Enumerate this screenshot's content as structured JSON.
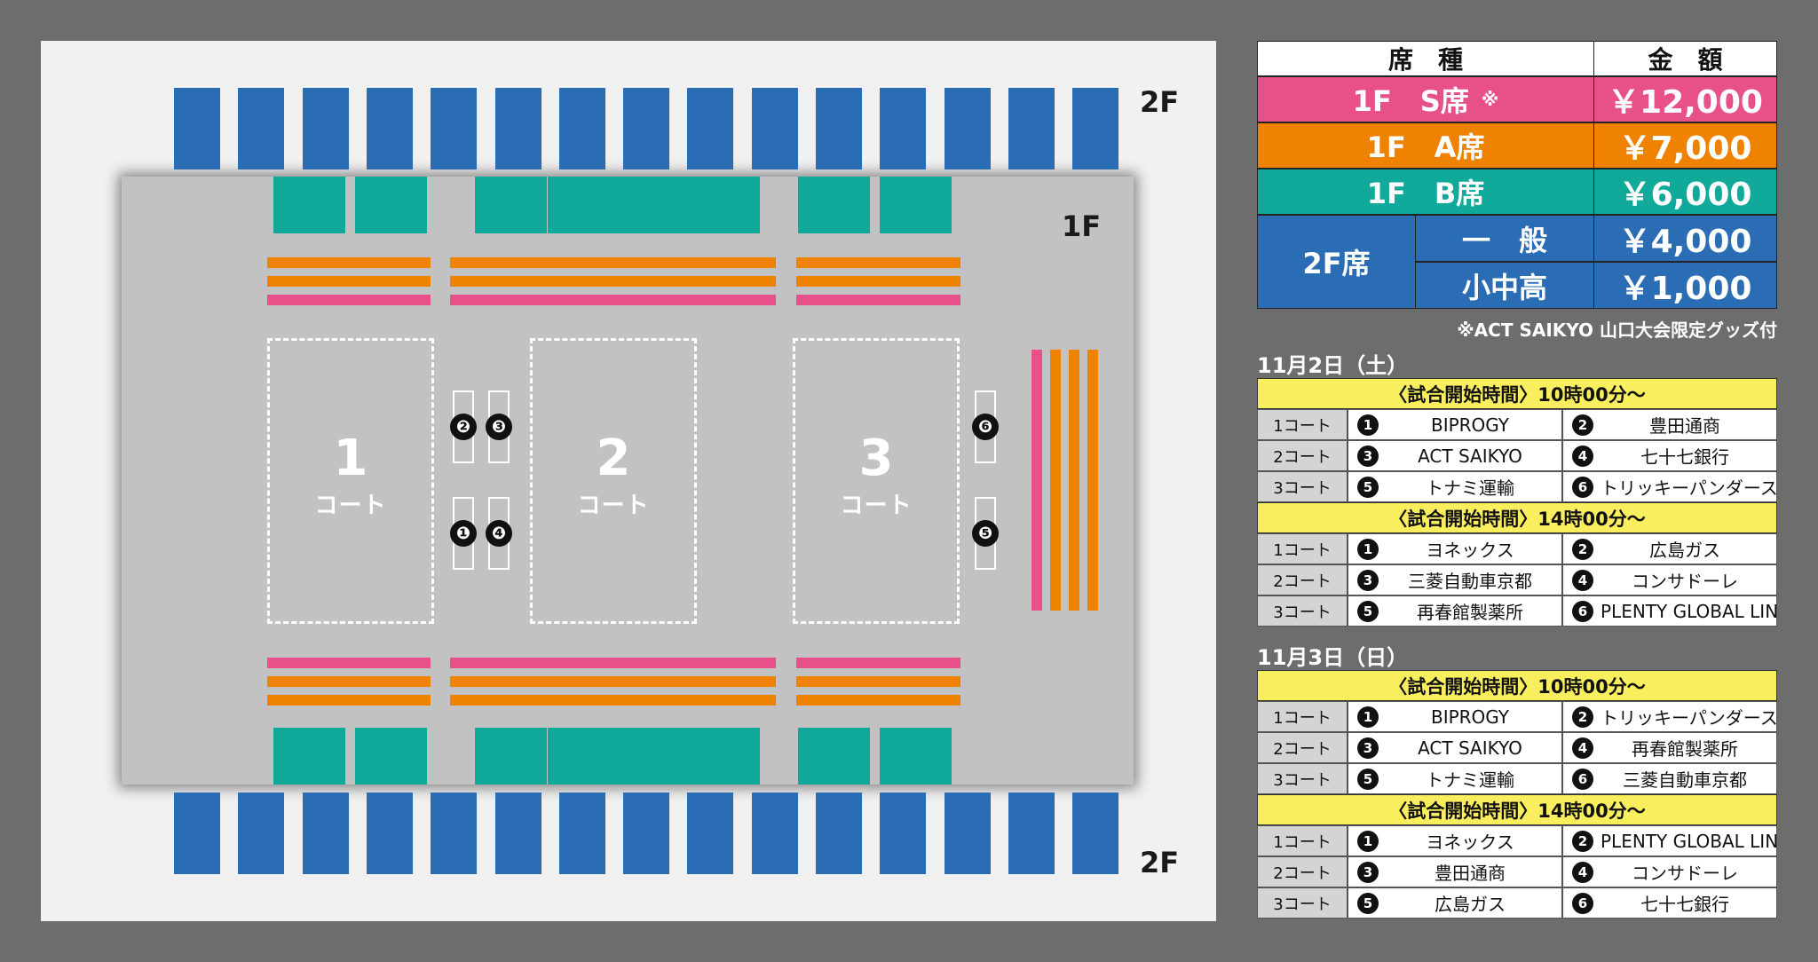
{
  "venue": {
    "label_2f_top": "2F",
    "label_1f": "1F",
    "label_2f_bottom": "2F",
    "courts": [
      {
        "number": "1",
        "label": "コート"
      },
      {
        "number": "2",
        "label": "コート"
      },
      {
        "number": "3",
        "label": "コート"
      }
    ],
    "bench_numbers": [
      "❷",
      "❸",
      "❶",
      "❹",
      "❻",
      "❺"
    ],
    "colors": {
      "2F": "#2a6db5",
      "1F_S": "#e8508a",
      "1F_A": "#ef8200",
      "1F_B": "#10a99a"
    }
  },
  "price_table": {
    "header_seat": "席　種",
    "header_price": "金　額",
    "rows": [
      {
        "seat": "1F　S席",
        "mark": "※",
        "price": "￥12,000"
      },
      {
        "seat": "1F　A席",
        "price": "￥7,000"
      },
      {
        "seat": "1F　B席",
        "price": "￥6,000"
      }
    ],
    "group_2f": {
      "label": "2F席",
      "rows": [
        {
          "seat": "一　般",
          "price": "￥4,000"
        },
        {
          "seat": "小中高",
          "price": "￥1,000"
        }
      ]
    },
    "note": "※ACT SAIKYO 山口大会限定グッズ付"
  },
  "schedule": [
    {
      "date": "11月2日（土）",
      "sessions": [
        {
          "time": "〈試合開始時間〉10時00分～",
          "rows": [
            {
              "court": "1コート",
              "a_num": "1",
              "a": "BIPROGY",
              "b_num": "2",
              "b": "豊田通商"
            },
            {
              "court": "2コート",
              "a_num": "3",
              "a": "ACT SAIKYO",
              "b_num": "4",
              "b": "七十七銀行"
            },
            {
              "court": "3コート",
              "a_num": "5",
              "a": "トナミ運輸",
              "b_num": "6",
              "b": "トリッキーパンダース"
            }
          ]
        },
        {
          "time": "〈試合開始時間〉14時00分～",
          "rows": [
            {
              "court": "1コート",
              "a_num": "1",
              "a": "ヨネックス",
              "b_num": "2",
              "b": "広島ガス"
            },
            {
              "court": "2コート",
              "a_num": "3",
              "a": "三菱自動車京都",
              "b_num": "4",
              "b": "コンサドーレ"
            },
            {
              "court": "3コート",
              "a_num": "5",
              "a": "再春館製薬所",
              "b_num": "6",
              "b": "PLENTY GLOBAL LINX"
            }
          ]
        }
      ]
    },
    {
      "date": "11月3日（日）",
      "sessions": [
        {
          "time": "〈試合開始時間〉10時00分～",
          "rows": [
            {
              "court": "1コート",
              "a_num": "1",
              "a": "BIPROGY",
              "b_num": "2",
              "b": "トリッキーパンダース"
            },
            {
              "court": "2コート",
              "a_num": "3",
              "a": "ACT SAIKYO",
              "b_num": "4",
              "b": "再春館製薬所"
            },
            {
              "court": "3コート",
              "a_num": "5",
              "a": "トナミ運輸",
              "b_num": "6",
              "b": "三菱自動車京都"
            }
          ]
        },
        {
          "time": "〈試合開始時間〉14時00分～",
          "rows": [
            {
              "court": "1コート",
              "a_num": "1",
              "a": "ヨネックス",
              "b_num": "2",
              "b": "PLENTY GLOBAL LINX"
            },
            {
              "court": "2コート",
              "a_num": "3",
              "a": "豊田通商",
              "b_num": "4",
              "b": "コンサドーレ"
            },
            {
              "court": "3コート",
              "a_num": "5",
              "a": "広島ガス",
              "b_num": "6",
              "b": "七十七銀行"
            }
          ]
        }
      ]
    }
  ]
}
